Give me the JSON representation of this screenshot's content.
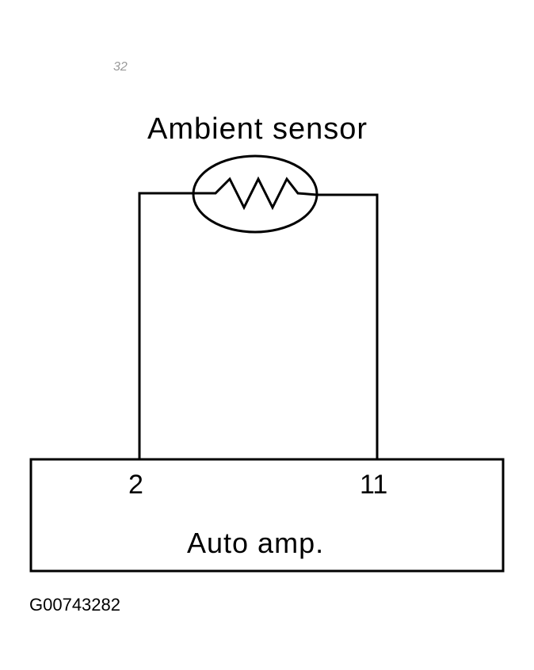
{
  "sensor": {
    "label": "Ambient sensor"
  },
  "module": {
    "label": "Auto amp.",
    "pins": {
      "left": "2",
      "right": "11"
    }
  },
  "figure_code": "G00743282",
  "margin_mark": "32",
  "colors": {
    "ink": "#000000",
    "background": "#ffffff"
  }
}
